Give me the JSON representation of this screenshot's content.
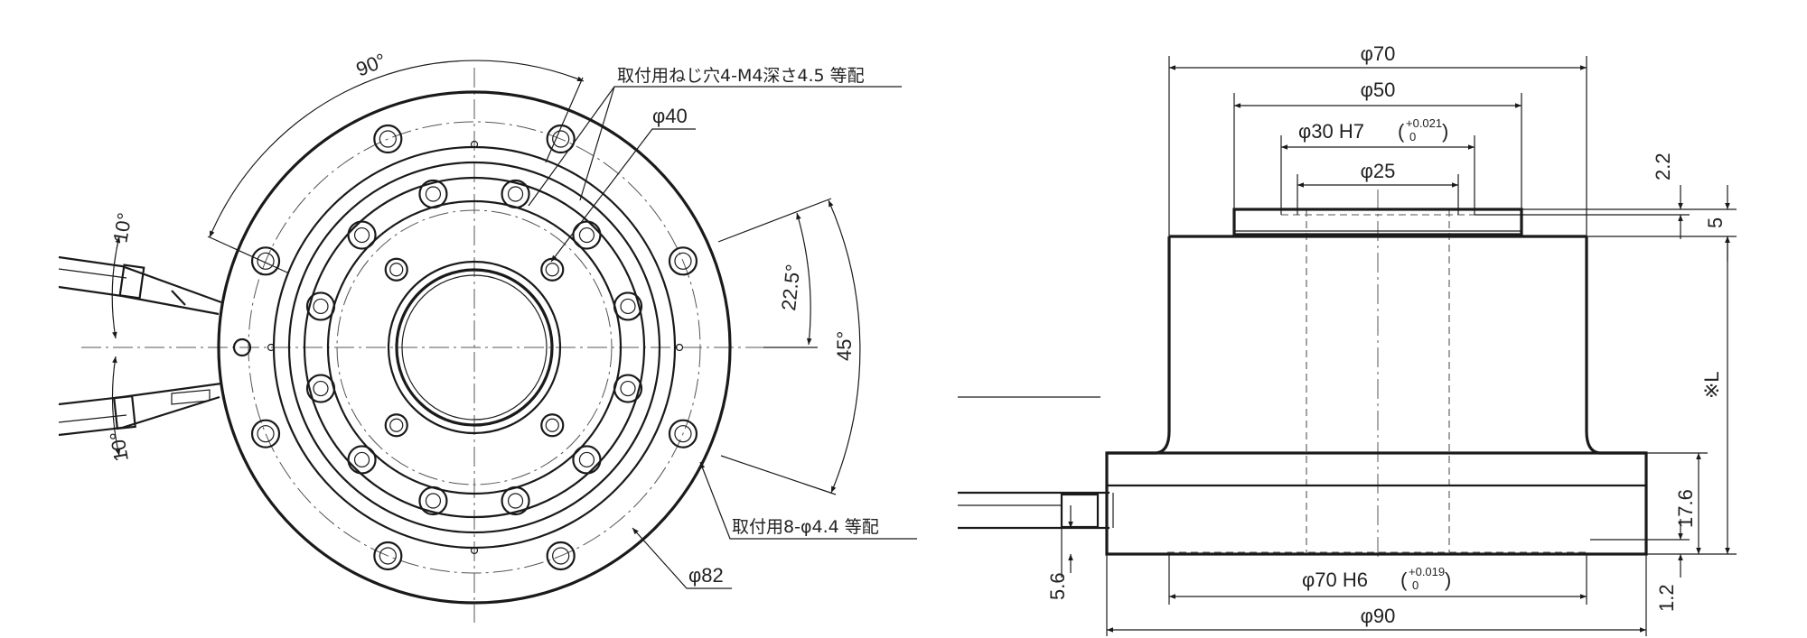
{
  "front_view": {
    "angle_top": "90°",
    "angle_left_upper": "10°",
    "angle_left_lower": "10°",
    "angle_right_inner": "22.5°",
    "angle_right_outer": "45°",
    "note_tap_holes": "取付用ねじ穴4-M4深さ4.5 等配",
    "dia_40": "φ40",
    "note_mount_holes": "取付用8-φ4.4 等配",
    "dia_82": "φ82"
  },
  "side_view": {
    "dia_70_top": "φ70",
    "dia_50": "φ50",
    "dia_30_h7": "φ30 H7",
    "tol_30_upper": "+0.021",
    "tol_30_lower": "0",
    "dia_25": "φ25",
    "dim_2_2": "2.2",
    "dim_5": "5",
    "dim_L": "※L",
    "dim_17_6": "17.6",
    "dim_1_2": "1.2",
    "dim_5_6": "5.6",
    "dia_70_h6": "φ70 H6",
    "tol_70_upper": "+0.019",
    "tol_70_lower": "0",
    "dia_90": "φ90"
  }
}
